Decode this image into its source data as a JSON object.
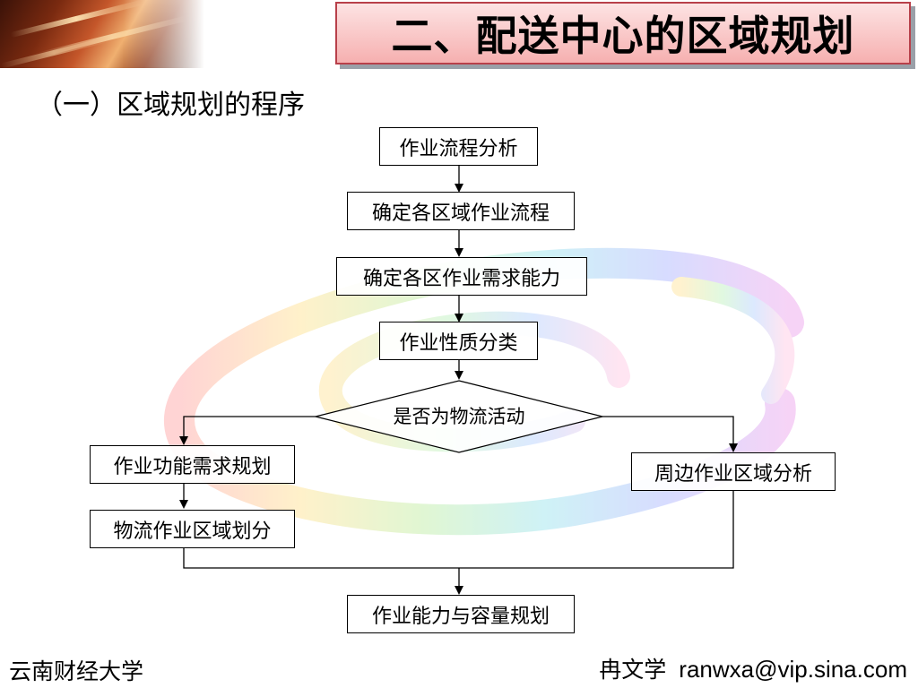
{
  "slide": {
    "title": "二、配送中心的区域规划",
    "subtitle": "（一）区域规划的程序"
  },
  "flow": {
    "step1": "作业流程分析",
    "step2": "确定各区域作业流程",
    "step3": "确定各区作业需求能力",
    "step4": "作业性质分类",
    "decision": "是否为物流活动",
    "left1": "作业功能需求规划",
    "left2": "物流作业区域划分",
    "right1": "周边作业区域分析",
    "final": "作业能力与容量规划"
  },
  "footer": {
    "school": "云南财经大学",
    "author": "冉文学",
    "email": "ranwxa@vip.sina.com"
  },
  "colors": {
    "title_border": "#b8404a",
    "title_fill": "#f6b0b0"
  }
}
